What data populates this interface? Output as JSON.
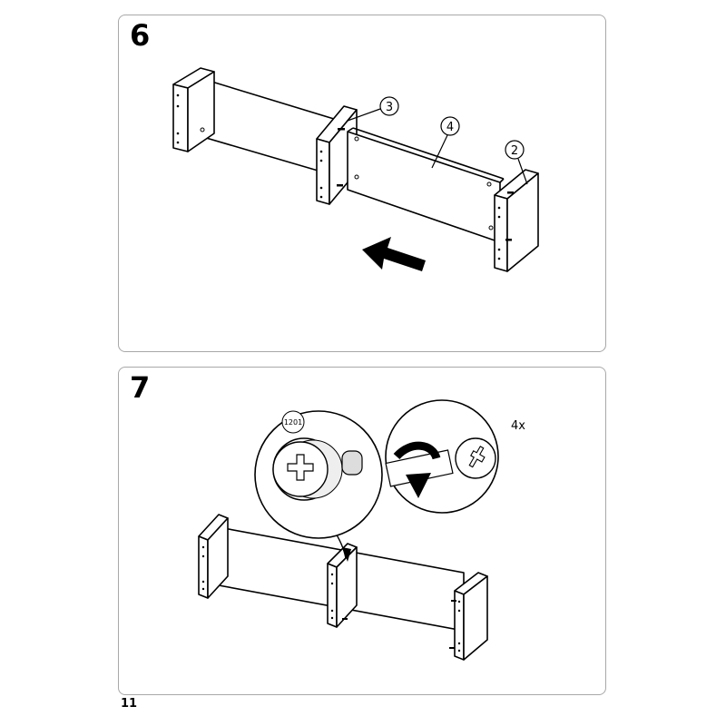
{
  "page_number": "11",
  "step6": {
    "number": "6",
    "callouts": [
      "3",
      "4",
      "2"
    ]
  },
  "step7": {
    "number": "7",
    "quantity": "4x",
    "part_label": "1201"
  }
}
